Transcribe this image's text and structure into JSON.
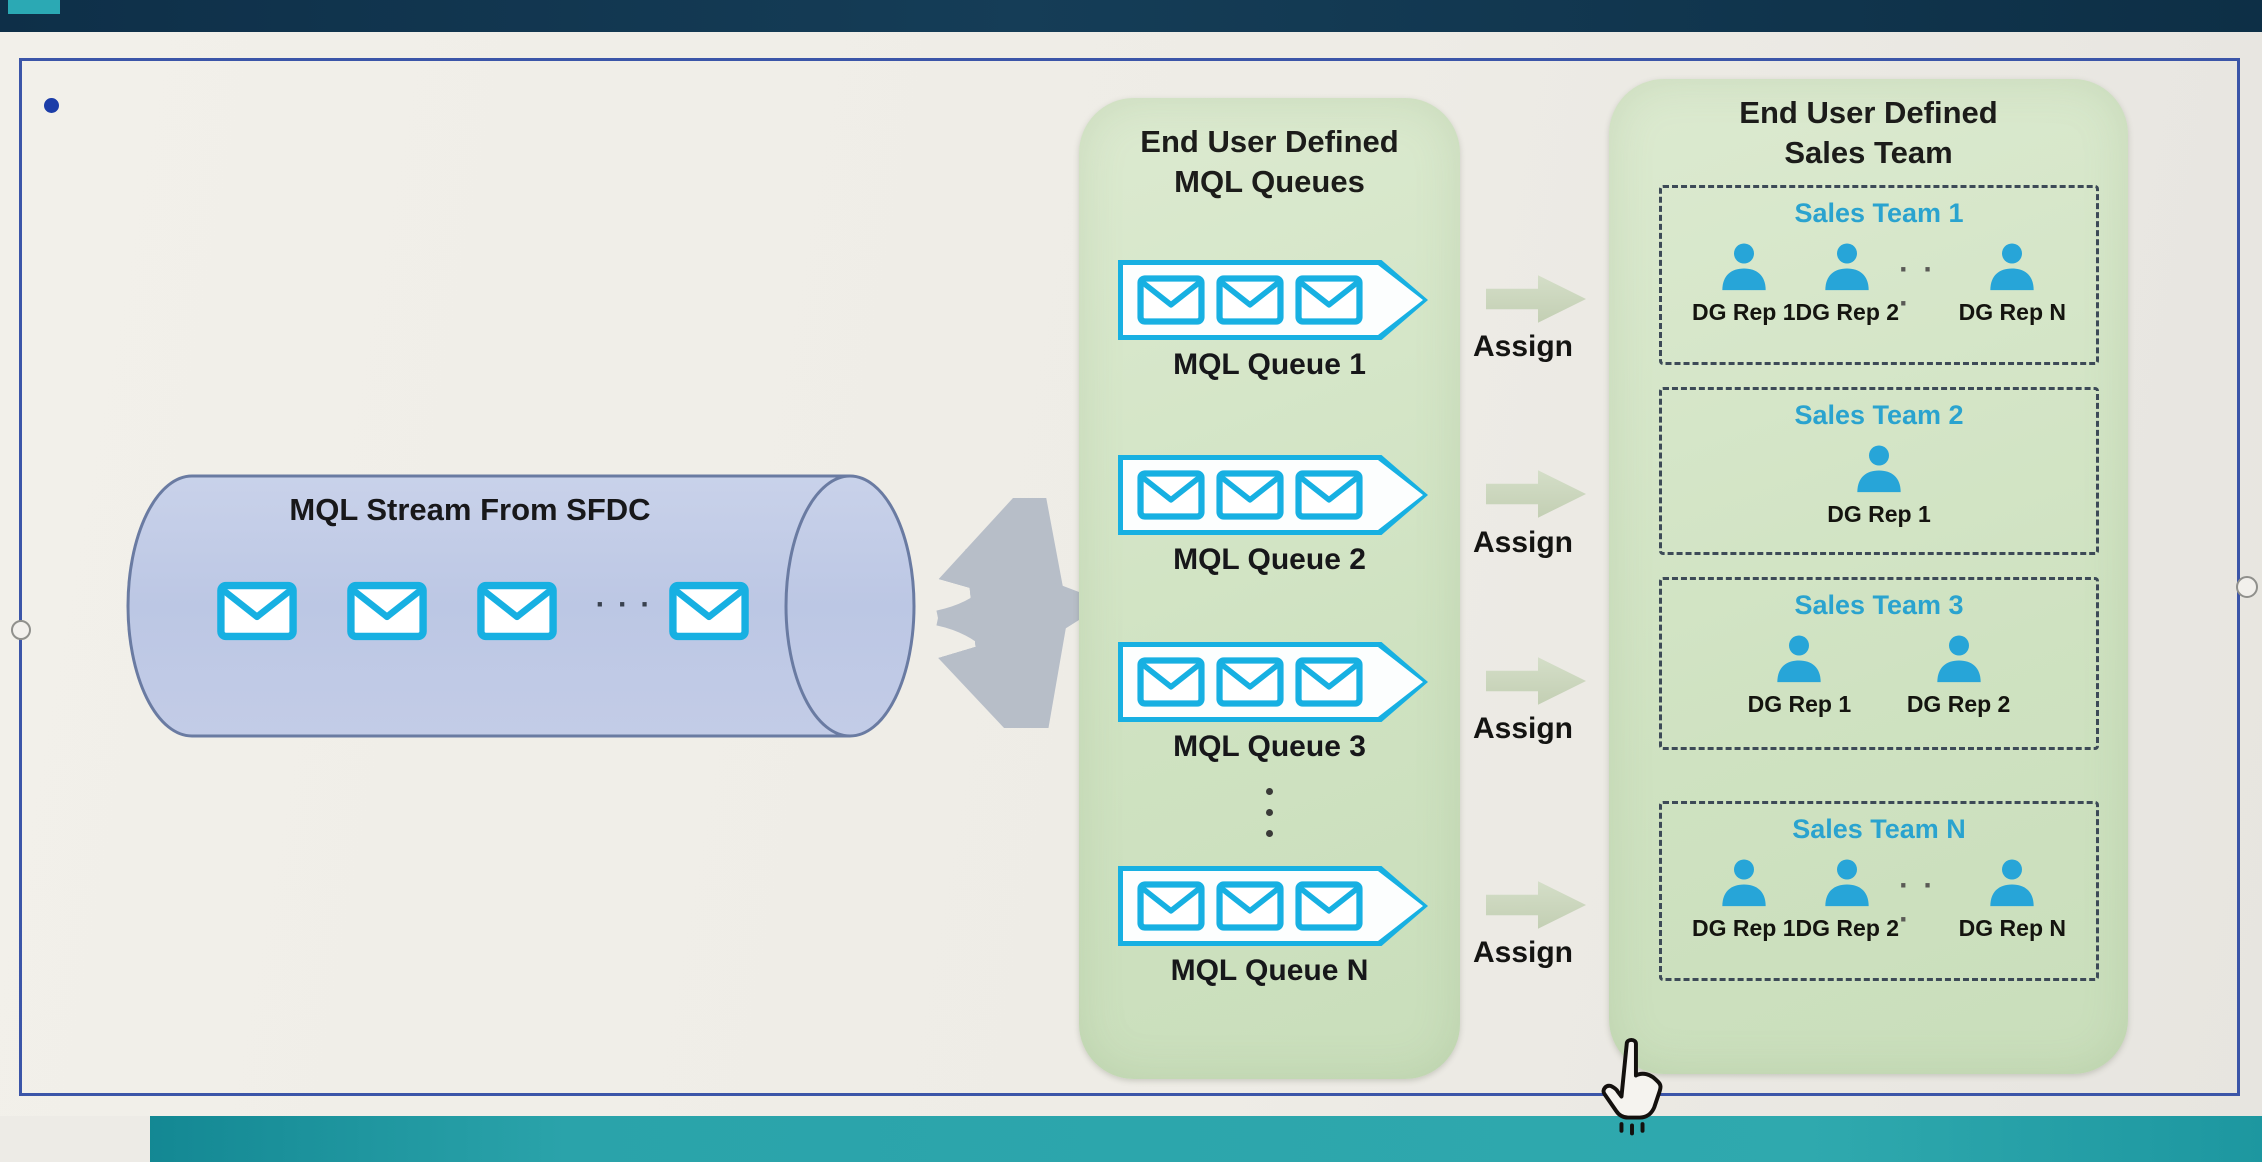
{
  "colors": {
    "accent_cyan": "#17b0e2",
    "person_blue": "#27a5d8",
    "team_title_blue": "#2aa3cf",
    "panel_green": "#d5e6c8",
    "cylinder_blue": "#bfc9e5",
    "frame_blue": "#3b55a8",
    "topbar_navy": "#123a52",
    "bottombar_teal": "#2aa3aa"
  },
  "stream": {
    "label": "MQL Stream From SFDC",
    "ellipsis": "· · ·"
  },
  "queues_panel": {
    "title_line1": "End User Defined",
    "title_line2": "MQL Queues",
    "queues": [
      {
        "label": "MQL Queue 1"
      },
      {
        "label": "MQL Queue 2"
      },
      {
        "label": "MQL Queue 3"
      },
      {
        "label": "MQL Queue N"
      }
    ]
  },
  "assign_label": "Assign",
  "teams_panel": {
    "title_line1": "End User Defined",
    "title_line2": "Sales Team",
    "teams": [
      {
        "title": "Sales Team 1",
        "reps": [
          "DG Rep 1",
          "DG Rep 2",
          "DG Rep N"
        ],
        "ellipsis": "· · ·"
      },
      {
        "title": "Sales Team 2",
        "reps": [
          "DG Rep 1"
        ],
        "ellipsis": ""
      },
      {
        "title": "Sales Team 3",
        "reps": [
          "DG Rep 1",
          "DG Rep 2"
        ],
        "ellipsis": ""
      },
      {
        "title": "Sales Team N",
        "reps": [
          "DG Rep 1",
          "DG Rep 2",
          "DG Rep N"
        ],
        "ellipsis": "· · ·"
      }
    ]
  }
}
